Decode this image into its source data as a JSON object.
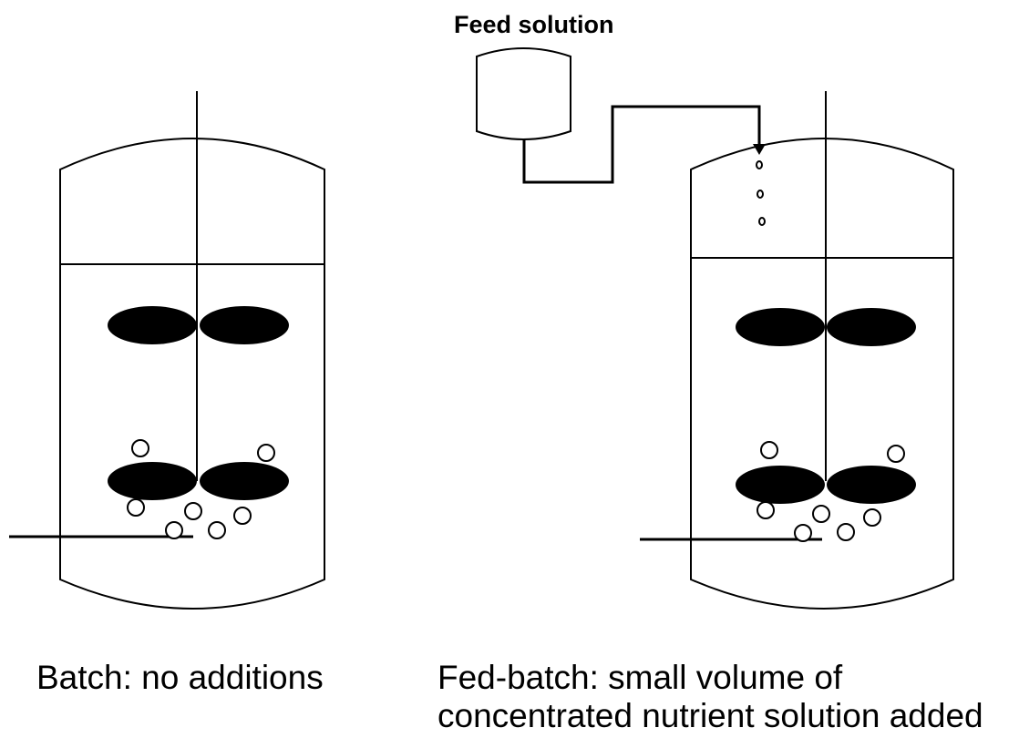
{
  "feed_label": "Feed solution",
  "batch_caption": "Batch: no additions",
  "fedbatch_caption_line1": "Fed-batch: small volume of",
  "fedbatch_caption_line2": "concentrated nutrient solution added",
  "colors": {
    "stroke": "#000000",
    "background": "#ffffff"
  }
}
